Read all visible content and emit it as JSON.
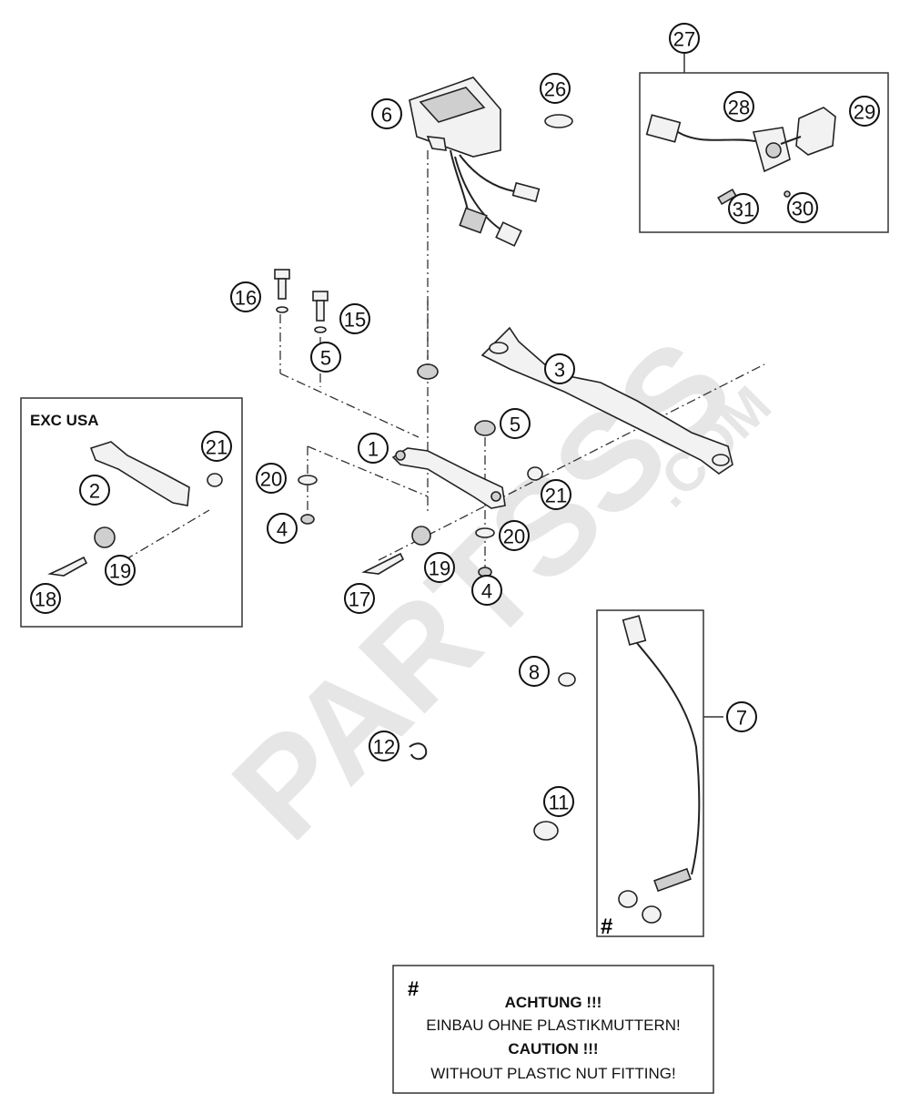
{
  "watermark": {
    "main": "PARTSSS",
    "suffix": ".COM"
  },
  "inset_exc_usa": {
    "label": "EXC USA"
  },
  "callouts": [
    "1",
    "2",
    "3",
    "4",
    "4",
    "5",
    "5",
    "6",
    "7",
    "8",
    "11",
    "12",
    "15",
    "16",
    "17",
    "18",
    "19",
    "19",
    "20",
    "20",
    "21",
    "21",
    "26",
    "27",
    "28",
    "29",
    "30",
    "31"
  ],
  "hash_marker": "#",
  "note": {
    "hash": "#",
    "line1": "ACHTUNG !!!",
    "line2": "EINBAU OHNE PLASTIKMUTTERN!",
    "line3": "CAUTION !!!",
    "line4": "WITHOUT PLASTIC NUT FITTING!"
  }
}
